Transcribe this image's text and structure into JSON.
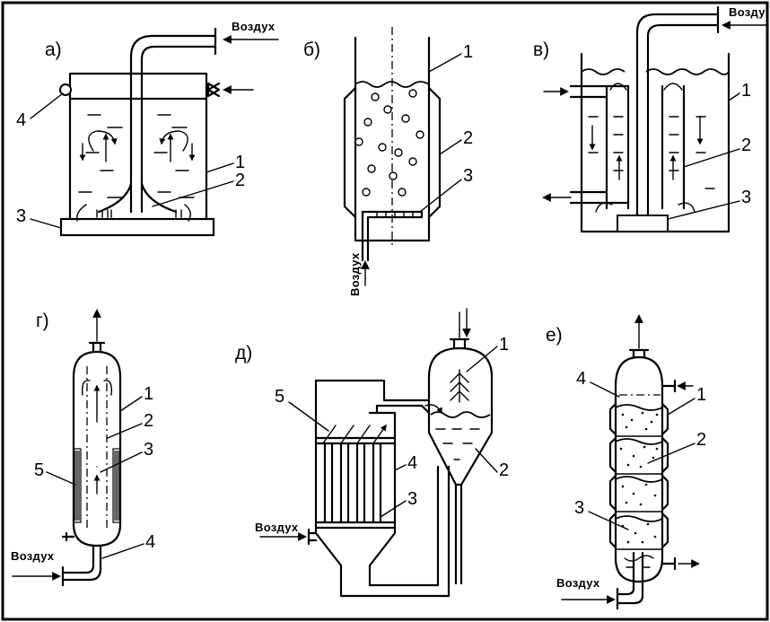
{
  "panels": {
    "a": {
      "label": "а)",
      "callouts": [
        "1",
        "2",
        "3",
        "4"
      ],
      "air": "Воздух"
    },
    "b": {
      "label": "б)",
      "callouts": [
        "1",
        "2",
        "3"
      ],
      "air": "Воздух"
    },
    "v": {
      "label": "в)",
      "callouts": [
        "1",
        "2",
        "3"
      ],
      "air": "Возду"
    },
    "g": {
      "label": "г)",
      "callouts": [
        "1",
        "2",
        "3",
        "4",
        "5"
      ],
      "air": "Воздух"
    },
    "d": {
      "label": "д)",
      "callouts": [
        "1",
        "2",
        "3",
        "4",
        "5"
      ],
      "air": "Воздух"
    },
    "e": {
      "label": "е)",
      "callouts": [
        "1",
        "2",
        "3",
        "4"
      ],
      "air": "Воздух"
    }
  }
}
